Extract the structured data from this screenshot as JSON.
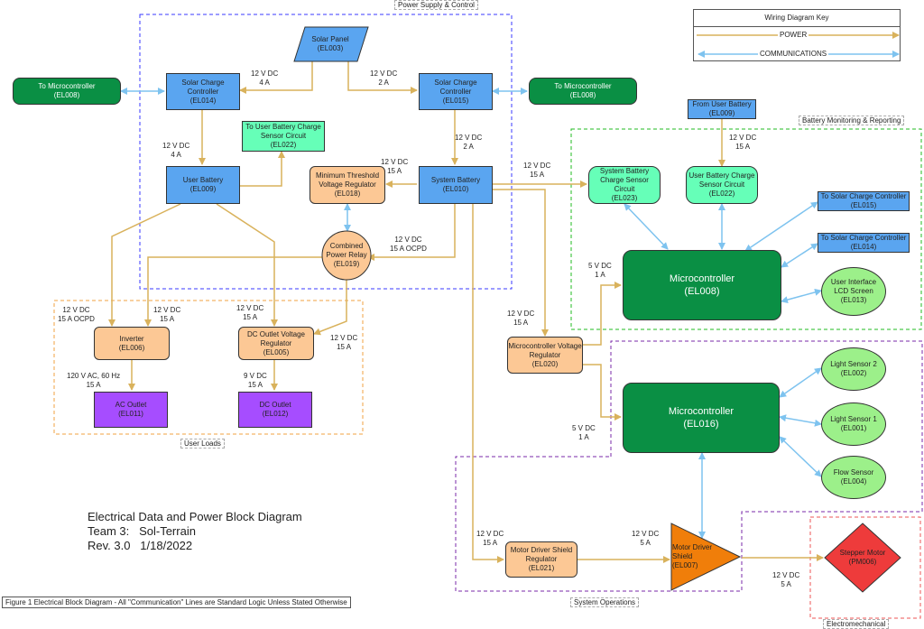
{
  "groups": {
    "power_supply": "Power Supply & Control",
    "user_loads": "User Loads",
    "battery_monitoring": "Battery Monitoring & Reporting",
    "system_operations": "System Operations",
    "electromechanical": "Electromechanical"
  },
  "key": {
    "title": "Wiring Diagram Key",
    "power": "POWER",
    "communications": "COMMUNICATIONS"
  },
  "blocks": {
    "solar_panel": {
      "name": "Solar Panel",
      "id": "(EL003)"
    },
    "scc14": {
      "name": "Solar Charge Controller",
      "id": "(EL014)"
    },
    "scc15": {
      "name": "Solar Charge Controller",
      "id": "(EL015)"
    },
    "to_mc_left": {
      "name": "To Microcontroller",
      "id": "(EL008)"
    },
    "to_mc_right": {
      "name": "To Microcontroller",
      "id": "(EL008)"
    },
    "to_ubcs": {
      "name": "To User Battery Charge Sensor Circuit",
      "id": "(EL022)"
    },
    "user_battery": {
      "name": "User Battery",
      "id": "(EL009)"
    },
    "min_thresh": {
      "name": "Minimum Threshold Voltage Regulator",
      "id": "(EL018)"
    },
    "system_battery": {
      "name": "System Battery",
      "id": "(EL010)"
    },
    "relay": {
      "name": "Combined Power Relay",
      "id": "(EL019)"
    },
    "inverter": {
      "name": "Inverter",
      "id": "(EL006)"
    },
    "dc_reg": {
      "name": "DC Outlet Voltage Regulator",
      "id": "(EL005)"
    },
    "ac_outlet": {
      "name": "AC Outlet",
      "id": "(EL011)"
    },
    "dc_outlet": {
      "name": "DC Outlet",
      "id": "(EL012)"
    },
    "from_ub": {
      "name": "From User Battery",
      "id": "(EL009)"
    },
    "sbcs": {
      "name": "System Battery Charge Sensor Circuit",
      "id": "(EL023)"
    },
    "ubcs": {
      "name": "User Battery Charge Sensor Circuit",
      "id": "(EL022)"
    },
    "to_scc15": {
      "name": "To Solar Charge Controller",
      "id": "(EL015)"
    },
    "to_scc14": {
      "name": "To Solar Charge Controller",
      "id": "(EL014)"
    },
    "mc008": {
      "name": "Microcontroller",
      "id": "(EL008)"
    },
    "lcd": {
      "name": "User Interface LCD Screen",
      "id": "(EL013)"
    },
    "mc_reg": {
      "name": "Microcontroller Voltage Regulator",
      "id": "(EL020)"
    },
    "mc016": {
      "name": "Microcontroller",
      "id": "(EL016)"
    },
    "ls2": {
      "name": "Light Sensor 2",
      "id": "(EL002)"
    },
    "ls1": {
      "name": "Light Sensor 1",
      "id": "(EL001)"
    },
    "flow": {
      "name": "Flow Sensor",
      "id": "(EL004)"
    },
    "md_reg": {
      "name": "Motor Driver Shield Regulator",
      "id": "(EL021)"
    },
    "md_shield": {
      "name": "Motor Driver Shield",
      "id": "(EL007)"
    },
    "stepper": {
      "name": "Stepper Motor",
      "id": "(PM006)"
    }
  },
  "labels": {
    "sp_left": [
      "12 V DC",
      "4 A"
    ],
    "sp_right": [
      "12 V DC",
      "2 A"
    ],
    "scc14_ub": [
      "12 V DC",
      "4 A"
    ],
    "scc15_sb": [
      "12 V DC",
      "2 A"
    ],
    "sb_min": [
      "12 V DC",
      "15 A"
    ],
    "sb_relay": [
      "12 V DC",
      "15 A OCPD"
    ],
    "sb_monitor": [
      "12 V DC",
      "15 A"
    ],
    "from_ub": [
      "12 V DC",
      "15 A"
    ],
    "ub_inv": [
      "12 V DC",
      "15 A OCPD"
    ],
    "relay_inv": [
      "12 V DC",
      "15 A"
    ],
    "ub_dcreg": [
      "12 V DC",
      "15 A"
    ],
    "relay_dcreg": [
      "12 V DC",
      "15 A"
    ],
    "inv_ac": [
      "120 V AC, 60 Hz",
      "15 A"
    ],
    "dcreg_dc": [
      "9 V DC",
      "15 A"
    ],
    "mc008_pwr": [
      "5 V DC",
      "1 A"
    ],
    "sb_mcreg": [
      "12 V DC",
      "15 A"
    ],
    "mc016_pwr": [
      "5 V DC",
      "1 A"
    ],
    "sb_mdreg": [
      "12 V DC",
      "15 A"
    ],
    "mdreg_shield": [
      "12 V DC",
      "5 A"
    ],
    "shield_stepper": [
      "12 V DC",
      "5 A"
    ]
  },
  "title_block": {
    "line1": "Electrical Data and Power Block Diagram",
    "line2": "Team 3:   Sol-Terrain",
    "line3": "Rev. 3.0   1/18/2022"
  },
  "caption": "Figure 1 Electrical Block Diagram - All \"Communication\" Lines are Standard Logic Unless Stated Otherwise",
  "colors": {
    "power": "#d9b25c",
    "communications": "#7ec3ef",
    "power_supply_border": "#3a3aff",
    "user_loads_border": "#f0a040",
    "battery_border": "#22bb22",
    "system_ops_border": "#7a2aa8",
    "electromech_border": "#ee5555"
  }
}
